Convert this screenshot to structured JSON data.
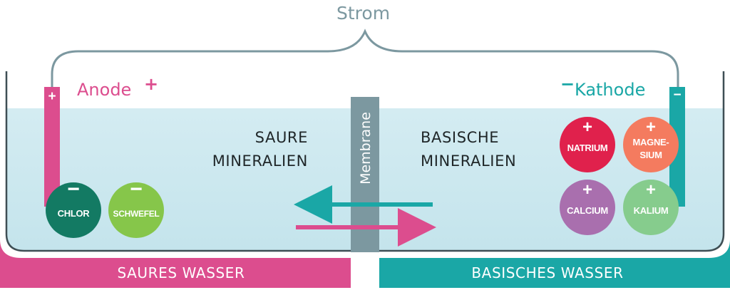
{
  "title": "Strom",
  "anode": {
    "label": "Anode",
    "sign": "+"
  },
  "kathode": {
    "label": "Kathode",
    "sign": "−"
  },
  "membrane_label": "Membrane",
  "left_label": {
    "line1": "SAURE",
    "line2": "MINERALIEN"
  },
  "right_label": {
    "line1": "BASISCHE",
    "line2": "MINERALIEN"
  },
  "anions": [
    {
      "sign": "−",
      "name": "CHLOR"
    },
    {
      "sign": "−",
      "name": "SCHWEFEL"
    }
  ],
  "cations": [
    {
      "sign": "+",
      "name": "NATRIUM"
    },
    {
      "sign": "+",
      "name_line1": "MAGNE-",
      "name_line2": "SIUM"
    },
    {
      "sign": "+",
      "name": "CALCIUM"
    },
    {
      "sign": "+",
      "name": "KALIUM"
    }
  ],
  "footer": {
    "left": "SAURES WASSER",
    "right": "BASISCHES WASSER"
  },
  "colors": {
    "pink": "#dc4d8e",
    "teal": "#1aa7a6",
    "water": "#cfe9ef",
    "membrane": "#7c98a0",
    "chlor": "#137a63",
    "schwefel": "#86c64a",
    "natrium": "#e0214c",
    "magnesium": "#f47b5f",
    "calcium": "#a96fae",
    "kalium": "#86cc8d"
  }
}
